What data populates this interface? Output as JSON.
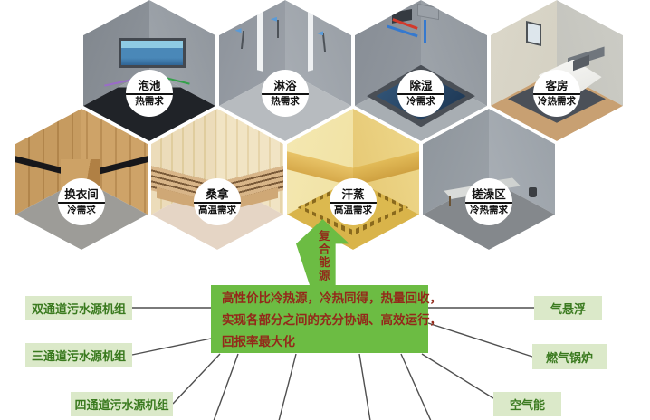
{
  "rooms": [
    {
      "name": "泡池",
      "demand": "热需求",
      "theme": "pool"
    },
    {
      "name": "淋浴",
      "demand": "热需求",
      "theme": "shower"
    },
    {
      "name": "除湿",
      "demand": "冷需求",
      "theme": "dehumid"
    },
    {
      "name": "客房",
      "demand": "冷热需求",
      "theme": "guestroom"
    },
    {
      "name": "换衣间",
      "demand": "冷需求",
      "theme": "changing"
    },
    {
      "name": "桑拿",
      "demand": "高温需求",
      "theme": "sauna"
    },
    {
      "name": "汗蒸",
      "demand": "高温需求",
      "theme": "steam"
    },
    {
      "name": "搓澡区",
      "demand": "冷热需求",
      "theme": "scrub"
    }
  ],
  "arrow": {
    "label": "复合能源"
  },
  "summary": {
    "lines": [
      "高性价比冷热源，冷热同得，热量回收，",
      "实现各部分之间的充分协调、高效运行，",
      "回报率最大化"
    ]
  },
  "left_units": [
    {
      "label": "双通道污水源机组"
    },
    {
      "label": "三通道污水源机组"
    },
    {
      "label": "四通道污水源机组"
    }
  ],
  "right_units": [
    {
      "label": "气悬浮"
    },
    {
      "label": "燃气锅炉"
    },
    {
      "label": "空气能"
    }
  ],
  "colors": {
    "accent_green": "#6cbc43",
    "light_green_box": "#dbe9c9",
    "dark_green_text": "#3a7a1f",
    "dark_red_text": "#93291a",
    "connector_line": "#4f4f4f",
    "badge_text": "#121212"
  }
}
